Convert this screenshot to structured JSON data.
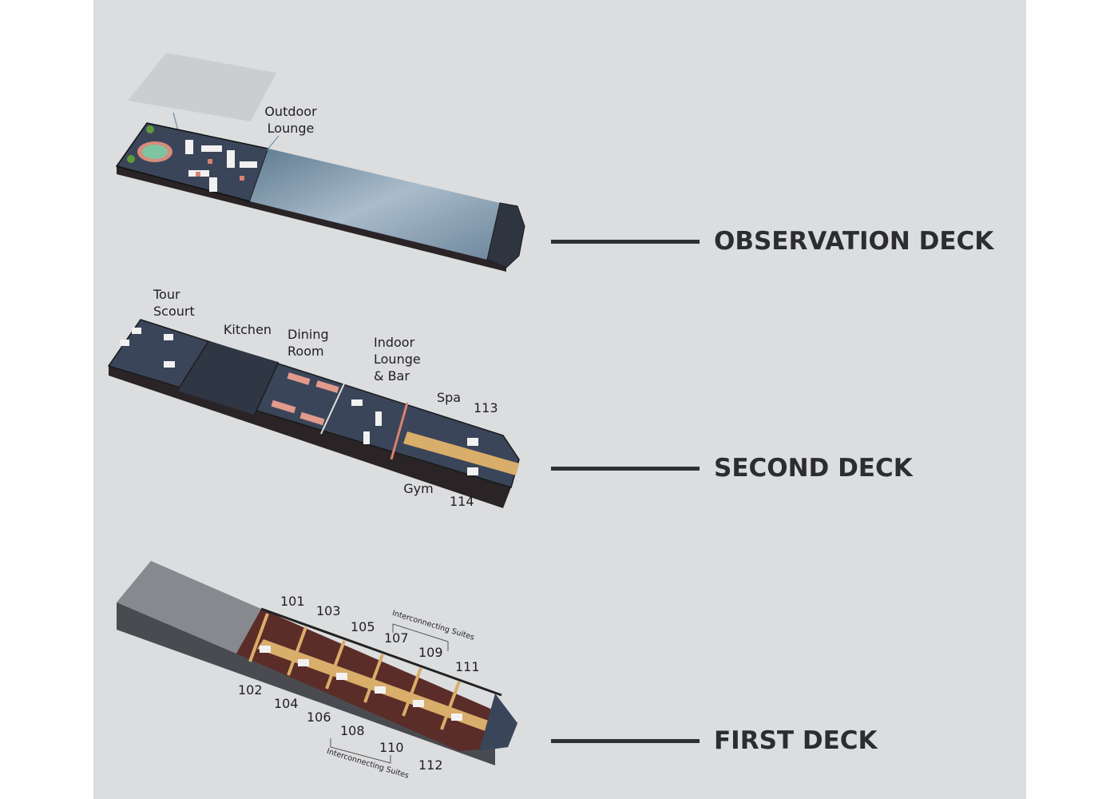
{
  "decks": [
    {
      "id": "observation",
      "name": "OBSERVATION DECK",
      "areas": [
        {
          "label": "Outdoor\nLounge"
        }
      ]
    },
    {
      "id": "second",
      "name": "SECOND DECK",
      "areas": [
        {
          "label": "Tour\nScourt"
        },
        {
          "label": "Kitchen"
        },
        {
          "label": "Dining\nRoom"
        },
        {
          "label": "Indoor\nLounge\n& Bar"
        },
        {
          "label": "Spa"
        },
        {
          "label": "Gym"
        }
      ],
      "rooms": [
        "113",
        "114"
      ]
    },
    {
      "id": "first",
      "name": "FIRST DECK",
      "rooms": [
        "101",
        "103",
        "105",
        "107",
        "109",
        "111",
        "102",
        "104",
        "106",
        "108",
        "110",
        "112"
      ],
      "notes": [
        "Interconnecting Suites",
        "Interconnecting Suites"
      ]
    }
  ],
  "colors": {
    "background": "#dcdddf",
    "floor": "#3a4559",
    "hull": "#2a2426",
    "accent": "#d9826f",
    "wood": "#d9ad6a",
    "glass": "#8fa6b8",
    "label": "#2c2d30"
  }
}
